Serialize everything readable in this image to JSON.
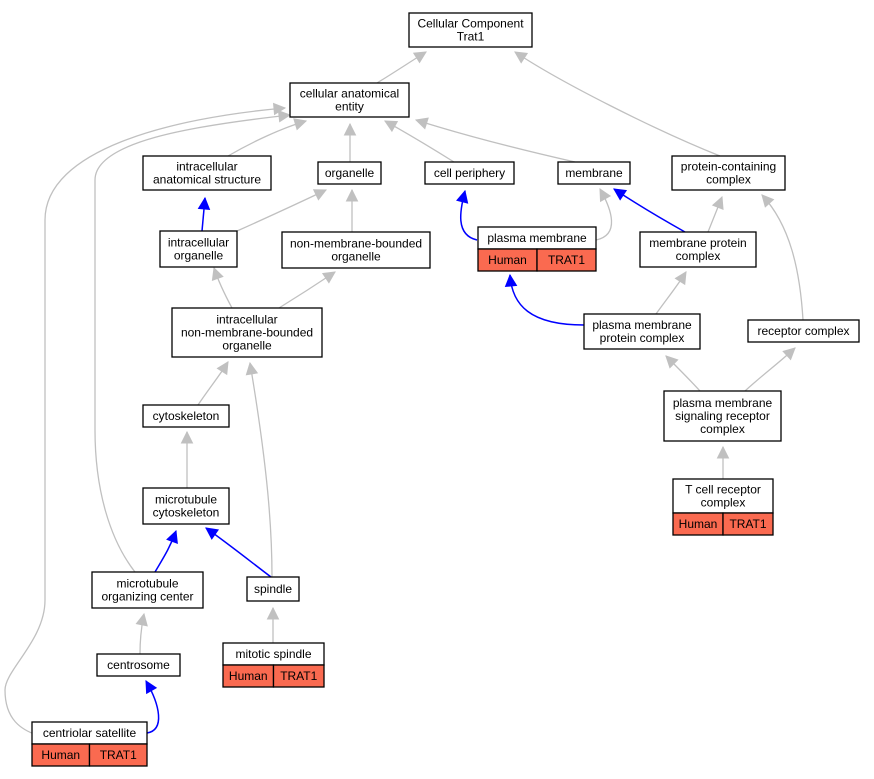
{
  "nodes": {
    "root": {
      "lines": [
        "Cellular Component",
        "Trat1"
      ]
    },
    "cae": {
      "lines": [
        "cellular anatomical",
        "entity"
      ]
    },
    "ias": {
      "lines": [
        "intracellular",
        "anatomical structure"
      ]
    },
    "organelle": {
      "lines": [
        "organelle"
      ]
    },
    "cellperiph": {
      "lines": [
        "cell periphery"
      ]
    },
    "membrane": {
      "lines": [
        "membrane"
      ]
    },
    "pcc": {
      "lines": [
        "protein-containing",
        "complex"
      ]
    },
    "intraorg": {
      "lines": [
        "intracellular",
        "organelle"
      ]
    },
    "nmbo": {
      "lines": [
        "non-membrane-bounded",
        "organelle"
      ]
    },
    "pm": {
      "lines": [
        "plasma membrane"
      ],
      "annotation": [
        "Human",
        "TRAT1"
      ]
    },
    "mpc": {
      "lines": [
        "membrane protein",
        "complex"
      ]
    },
    "inmbo": {
      "lines": [
        "intracellular",
        "non-membrane-bounded",
        "organelle"
      ]
    },
    "pmpc": {
      "lines": [
        "plasma membrane",
        "protein complex"
      ]
    },
    "receptor": {
      "lines": [
        "receptor complex"
      ]
    },
    "cytoskeleton": {
      "lines": [
        "cytoskeleton"
      ]
    },
    "pmsrc": {
      "lines": [
        "plasma membrane",
        "signaling receptor",
        "complex"
      ]
    },
    "mtcyto": {
      "lines": [
        "microtubule",
        "cytoskeleton"
      ]
    },
    "tcr": {
      "lines": [
        "T cell receptor",
        "complex"
      ],
      "annotation": [
        "Human",
        "TRAT1"
      ]
    },
    "mtoc": {
      "lines": [
        "microtubule",
        "organizing center"
      ]
    },
    "spindle": {
      "lines": [
        "spindle"
      ]
    },
    "mitotic": {
      "lines": [
        "mitotic spindle"
      ],
      "annotation": [
        "Human",
        "TRAT1"
      ]
    },
    "centrosome": {
      "lines": [
        "centrosome"
      ]
    },
    "centsat": {
      "lines": [
        "centriolar satellite"
      ],
      "annotation": [
        "Human",
        "TRAT1"
      ]
    }
  },
  "edge_colors": {
    "is_a": "#c0c0c0",
    "part_of": "#0000ff"
  },
  "annotation_color": "#fa6a50",
  "edges": [
    {
      "from": "cae",
      "to": "root",
      "type": "is_a"
    },
    {
      "from": "pcc",
      "to": "root",
      "type": "is_a"
    },
    {
      "from": "ias",
      "to": "cae",
      "type": "is_a"
    },
    {
      "from": "organelle",
      "to": "cae",
      "type": "is_a"
    },
    {
      "from": "cellperiph",
      "to": "cae",
      "type": "is_a"
    },
    {
      "from": "membrane",
      "to": "cae",
      "type": "is_a"
    },
    {
      "from": "mtoc",
      "to": "cae",
      "type": "is_a"
    },
    {
      "from": "centsat",
      "to": "cae",
      "type": "is_a"
    },
    {
      "from": "intraorg",
      "to": "ias",
      "type": "part_of"
    },
    {
      "from": "intraorg",
      "to": "organelle",
      "type": "is_a"
    },
    {
      "from": "nmbo",
      "to": "organelle",
      "type": "is_a"
    },
    {
      "from": "pm",
      "to": "cellperiph",
      "type": "part_of"
    },
    {
      "from": "pm",
      "to": "membrane",
      "type": "is_a"
    },
    {
      "from": "mpc",
      "to": "membrane",
      "type": "part_of"
    },
    {
      "from": "mpc",
      "to": "pcc",
      "type": "is_a"
    },
    {
      "from": "receptor",
      "to": "pcc",
      "type": "is_a"
    },
    {
      "from": "inmbo",
      "to": "intraorg",
      "type": "is_a"
    },
    {
      "from": "inmbo",
      "to": "nmbo",
      "type": "is_a"
    },
    {
      "from": "pmpc",
      "to": "pm",
      "type": "part_of"
    },
    {
      "from": "pmpc",
      "to": "mpc",
      "type": "is_a"
    },
    {
      "from": "cytoskeleton",
      "to": "inmbo",
      "type": "is_a"
    },
    {
      "from": "spindle",
      "to": "inmbo",
      "type": "is_a"
    },
    {
      "from": "pmsrc",
      "to": "pmpc",
      "type": "is_a"
    },
    {
      "from": "pmsrc",
      "to": "receptor",
      "type": "is_a"
    },
    {
      "from": "mtcyto",
      "to": "cytoskeleton",
      "type": "is_a"
    },
    {
      "from": "tcr",
      "to": "pmsrc",
      "type": "is_a"
    },
    {
      "from": "mtoc",
      "to": "mtcyto",
      "type": "part_of"
    },
    {
      "from": "spindle",
      "to": "mtcyto",
      "type": "part_of"
    },
    {
      "from": "mitotic",
      "to": "spindle",
      "type": "is_a"
    },
    {
      "from": "centrosome",
      "to": "mtoc",
      "type": "is_a"
    },
    {
      "from": "centsat",
      "to": "centrosome",
      "type": "part_of"
    }
  ]
}
